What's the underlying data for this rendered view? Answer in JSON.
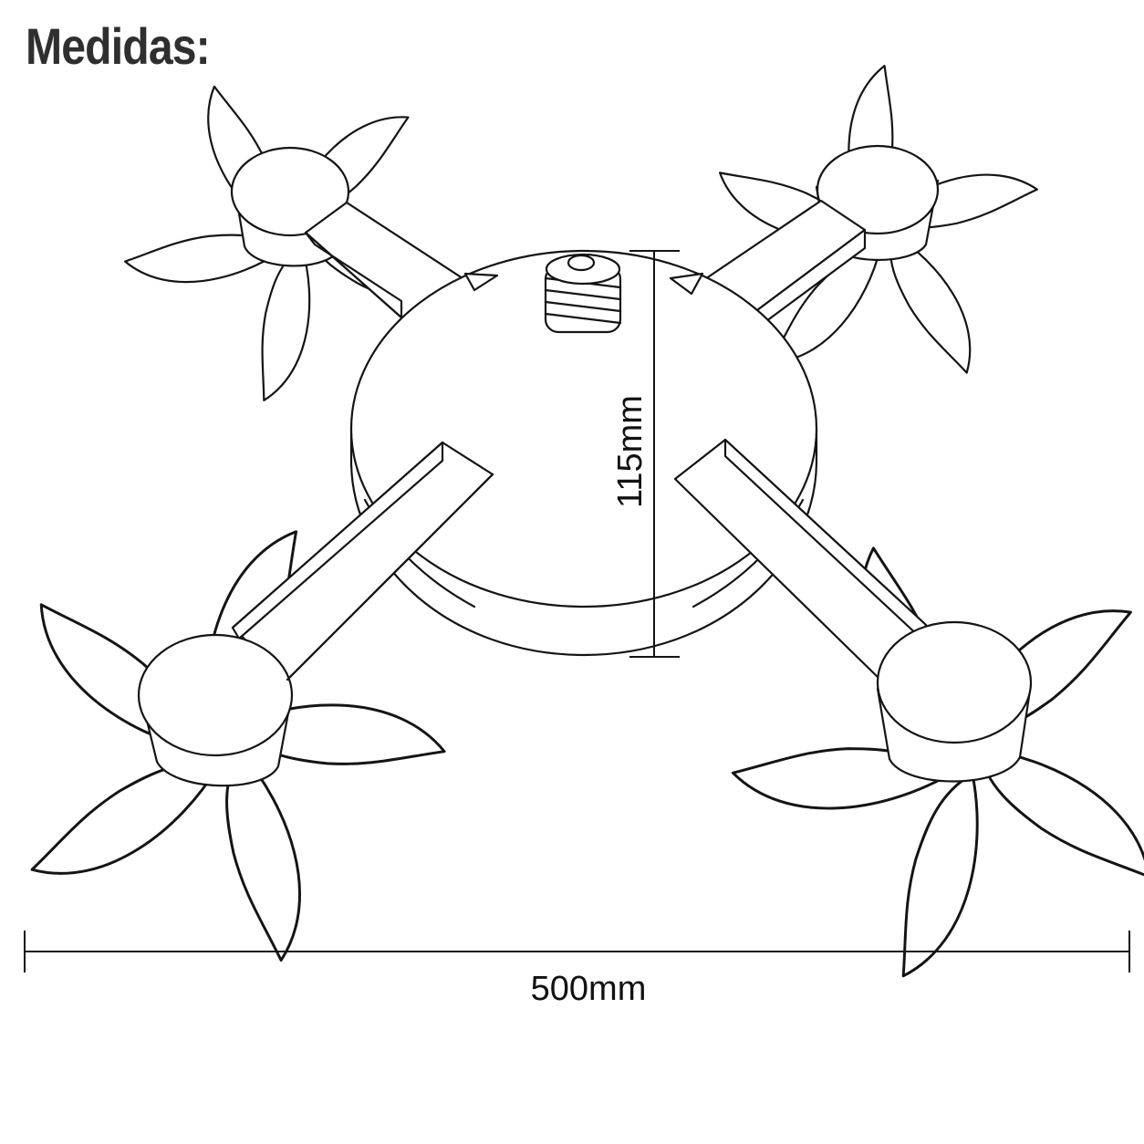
{
  "title": "Medidas:",
  "dimensions": {
    "width_label": "500mm",
    "height_label": "115mm"
  },
  "colors": {
    "line": "#141414",
    "title": "#2f2f2f",
    "background": "#ffffff"
  }
}
